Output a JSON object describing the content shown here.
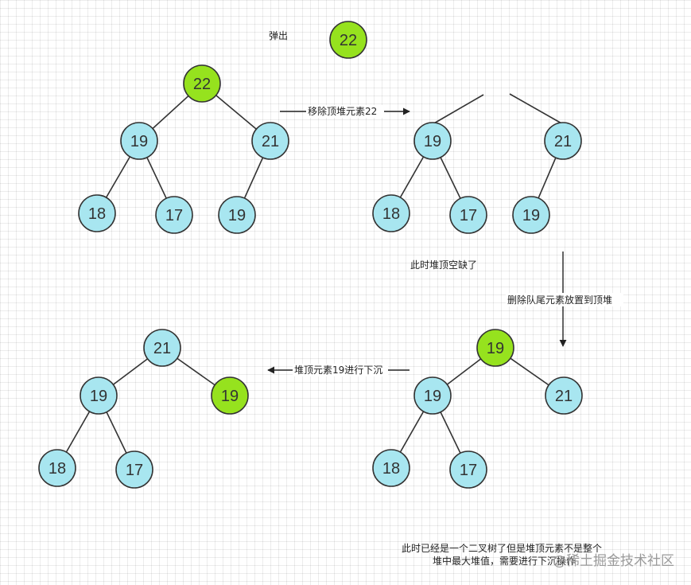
{
  "colors": {
    "node_fill": "#a8e6f0",
    "highlight_fill": "#96e21e",
    "node_stroke": "#333333",
    "edge": "#333333"
  },
  "pop_label": "弹出",
  "pop_node": "22",
  "tree1": {
    "root": "22",
    "left": "19",
    "right": "21",
    "left_left": "18",
    "left_right": "17",
    "right_left": "19"
  },
  "tree2": {
    "left": "19",
    "right": "21",
    "left_left": "18",
    "left_right": "17",
    "right_left": "19"
  },
  "tree3": {
    "root": "19",
    "left": "19",
    "right": "21",
    "left_left": "18",
    "left_right": "17"
  },
  "tree4": {
    "root": "21",
    "left": "19",
    "right": "19",
    "left_left": "18",
    "left_right": "17"
  },
  "arrows": {
    "remove_top": "移除顶堆元素22",
    "move_tail": "删除队尾元素放置到顶堆",
    "sift_down": "堆顶元素19进行下沉"
  },
  "notes": {
    "top_empty": "此时堆顶空缺了",
    "explain_line1": "此时已经是一个二叉树了但是堆顶元素不是整个",
    "explain_line2": "堆中最大堆值，需要进行下沉操作"
  },
  "watermark": "@稀土掘金技术社区"
}
